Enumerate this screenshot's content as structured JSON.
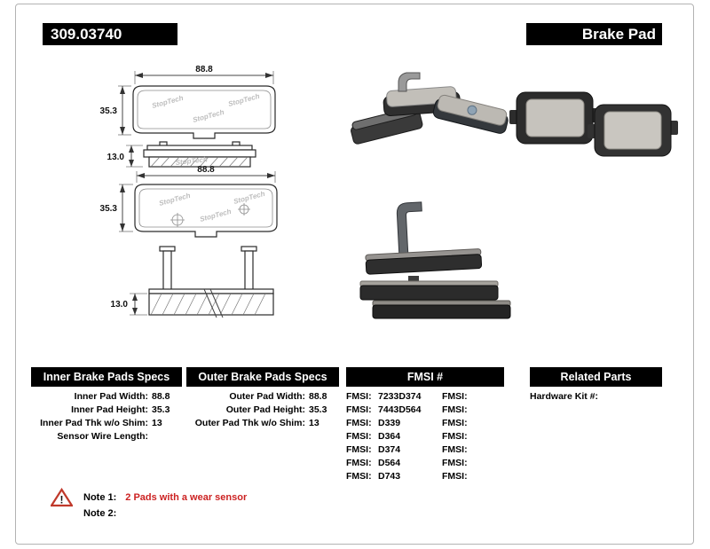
{
  "header": {
    "part_number": "309.03740",
    "product_type": "Brake Pad"
  },
  "drawings": {
    "watermark": "StopTech",
    "front_view_1": {
      "width": "88.8",
      "height": "35.3"
    },
    "side_view_1": {
      "thickness": "13.0"
    },
    "front_view_2": {
      "width": "88.8",
      "height": "35.3"
    },
    "side_view_2": {
      "thickness": "13.0"
    }
  },
  "specs": {
    "inner": {
      "header": "Inner Brake Pads Specs",
      "rows": [
        {
          "label": "Inner Pad Width:",
          "value": "88.8"
        },
        {
          "label": "Inner Pad Height:",
          "value": "35.3"
        },
        {
          "label": "Inner Pad Thk w/o Shim:",
          "value": "13"
        },
        {
          "label": "Sensor Wire Length:",
          "value": ""
        }
      ]
    },
    "outer": {
      "header": "Outer Brake Pads Specs",
      "rows": [
        {
          "label": "Outer Pad Width:",
          "value": "88.8"
        },
        {
          "label": "Outer Pad Height:",
          "value": "35.3"
        },
        {
          "label": "Outer Pad Thk w/o Shim:",
          "value": "13"
        }
      ]
    },
    "fmsi": {
      "header": "FMSI #",
      "rows": [
        {
          "label": "FMSI:",
          "value": "7233D374",
          "label2": "FMSI:",
          "value2": ""
        },
        {
          "label": "FMSI:",
          "value": "7443D564",
          "label2": "FMSI:",
          "value2": ""
        },
        {
          "label": "FMSI:",
          "value": "D339",
          "label2": "FMSI:",
          "value2": ""
        },
        {
          "label": "FMSI:",
          "value": "D364",
          "label2": "FMSI:",
          "value2": ""
        },
        {
          "label": "FMSI:",
          "value": "D374",
          "label2": "FMSI:",
          "value2": ""
        },
        {
          "label": "FMSI:",
          "value": "D564",
          "label2": "FMSI:",
          "value2": ""
        },
        {
          "label": "FMSI:",
          "value": "D743",
          "label2": "FMSI:",
          "value2": ""
        }
      ]
    },
    "related": {
      "header": "Related Parts",
      "rows": [
        {
          "label": "Hardware Kit #:",
          "value": ""
        }
      ]
    }
  },
  "notes": {
    "warning_icon_glyph": "!",
    "note1_label": "Note 1:",
    "note1_text": "2 Pads with a wear sensor",
    "note2_label": "Note 2:",
    "note2_text": ""
  },
  "colors": {
    "header_bar_bg": "#000000",
    "note_text_red": "#cc2222",
    "pad_backing_dark": "#2f2f2f",
    "pad_friction_light": "#c6c3bd"
  }
}
